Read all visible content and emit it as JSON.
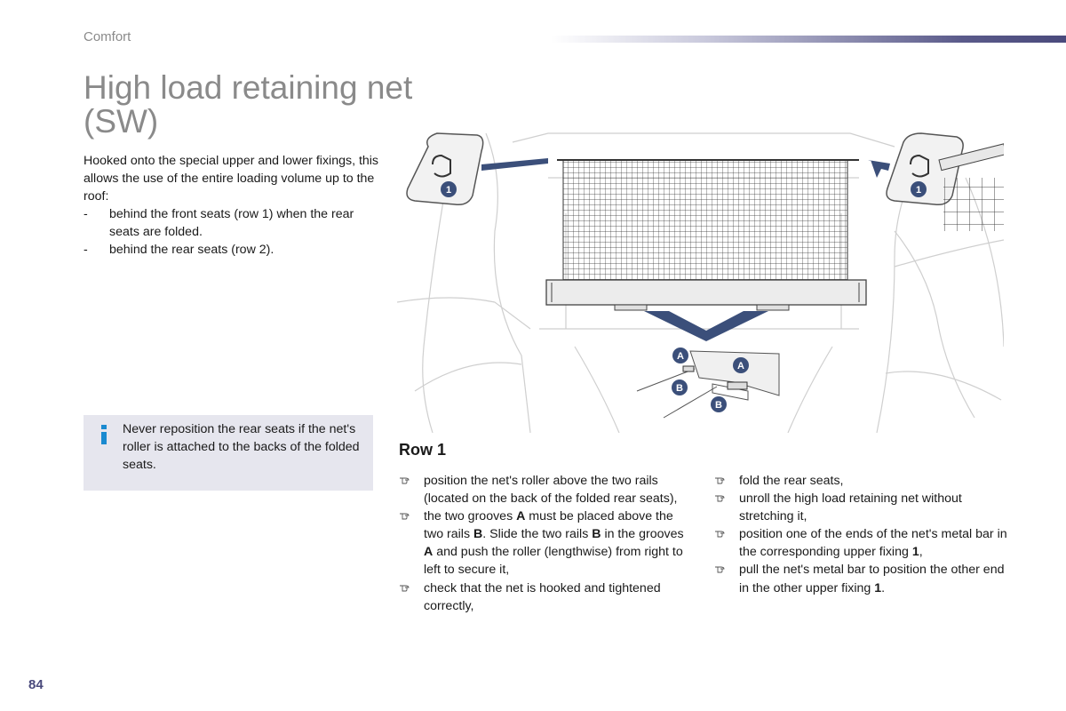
{
  "header": {
    "section": "Comfort",
    "accent_color": "#4a4a7c"
  },
  "title": "High load retaining net (SW)",
  "intro": {
    "text": "Hooked onto the special upper and lower fixings, this allows the use of the entire loading volume up to the roof:",
    "items": [
      "behind the front seats (row 1) when the rear seats are folded.",
      "behind the rear seats (row 2)."
    ]
  },
  "info_box": {
    "icon": "info-icon",
    "text": "Never reposition the rear seats if the net's roller is attached to the backs of the folded seats.",
    "background": "#e6e6ee",
    "icon_color": "#1a8ad0"
  },
  "figure": {
    "callouts": [
      "1",
      "1",
      "A",
      "A",
      "B",
      "B"
    ]
  },
  "row1": {
    "title": "Row 1",
    "bullet_icon": "pointing-hand-icon",
    "col1": [
      [
        "position the net's roller above the two rails (located on the back of the folded rear seats),"
      ],
      [
        "the two grooves ",
        "A",
        " must be placed above the two rails ",
        "B",
        ". Slide the two rails ",
        "B",
        " in the grooves ",
        "A",
        " and push the roller (lengthwise) from right to left to secure it,"
      ],
      [
        "check that the net is hooked and tightened correctly,"
      ]
    ],
    "col2": [
      [
        "fold the rear seats,"
      ],
      [
        "unroll the high load retaining net without stretching it,"
      ],
      [
        "position one of the ends of the net's metal bar in the corresponding upper fixing ",
        "1",
        ","
      ],
      [
        "pull the net's metal bar to position the other end in the other upper fixing ",
        "1",
        "."
      ]
    ]
  },
  "page_number": "84"
}
